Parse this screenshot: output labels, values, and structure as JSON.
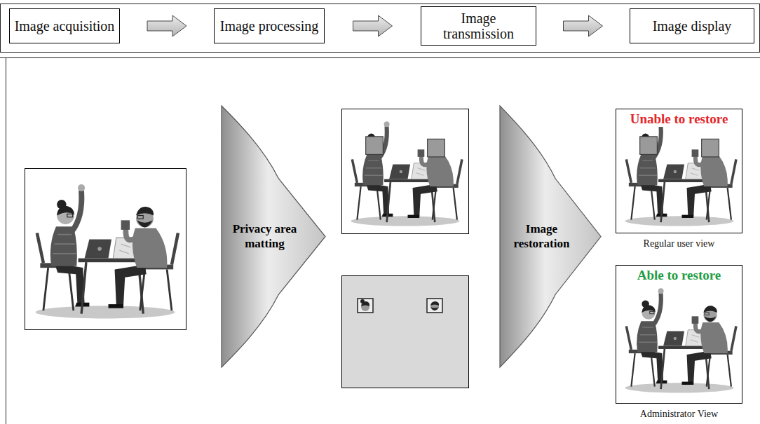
{
  "diagram": {
    "nodes": [
      {
        "text": [
          "Image acquisition"
        ]
      },
      {
        "text": [
          "Image processing"
        ]
      },
      {
        "text": [
          "Image transmission"
        ]
      },
      {
        "text": [
          "Image display"
        ]
      },
      {
        "text": [
          "Privacy area matting"
        ]
      },
      {
        "text": [
          "Image restoration"
        ]
      },
      {
        "text": [
          "Unable to restore",
          "Regular user view"
        ]
      },
      {
        "text": [
          "Able to restore",
          "Administrator View"
        ]
      }
    ],
    "edges": [
      {
        "from": 0,
        "to": 1,
        "arrow": "to"
      },
      {
        "from": 1,
        "to": 2,
        "arrow": "to"
      },
      {
        "from": 2,
        "to": 3,
        "arrow": "to"
      }
    ]
  }
}
